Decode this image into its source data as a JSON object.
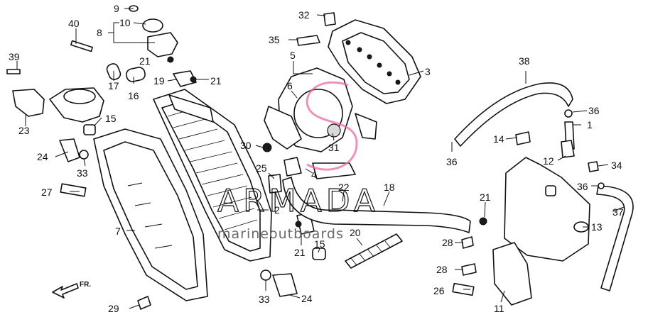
{
  "watermark": {
    "brand": "ARMADA",
    "tagline": "marineoutboards",
    "accent_color": "#e96aa6"
  },
  "direction_label": "FR.",
  "callouts": [
    "1",
    "2",
    "3",
    "4",
    "5",
    "6",
    "7",
    "8",
    "9",
    "10",
    "11",
    "12",
    "13",
    "14",
    "15",
    "15",
    "16",
    "17",
    "18",
    "19",
    "20",
    "21",
    "21",
    "21",
    "21",
    "22",
    "23",
    "24",
    "24",
    "25",
    "26",
    "27",
    "28",
    "28",
    "29",
    "30",
    "31",
    "32",
    "33",
    "33",
    "34",
    "35",
    "36",
    "36",
    "36",
    "37",
    "38",
    "39",
    "40"
  ]
}
